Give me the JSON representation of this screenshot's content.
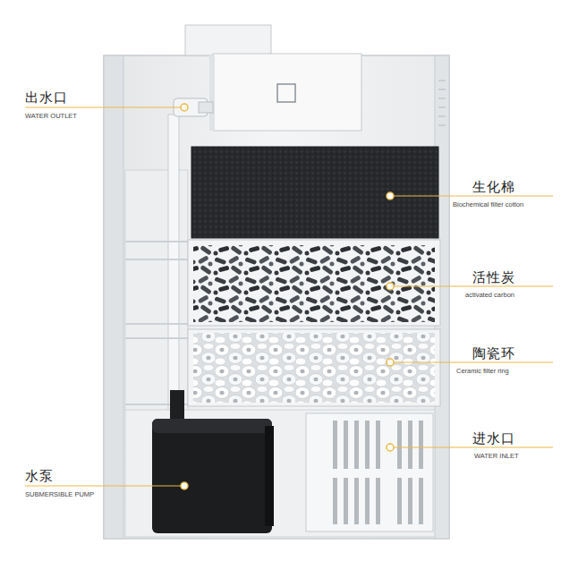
{
  "diagram": {
    "labels": [
      "出水口",
      "WATER OUTLET",
      "生化棉",
      "Biochemical filter cotton",
      "活性炭",
      "activated carbon",
      "陶瓷环",
      "Ceramic filter ring",
      "进水口",
      "WATER INLET",
      "水泵",
      "SUBMERSIBLE PUMP"
    ]
  }
}
